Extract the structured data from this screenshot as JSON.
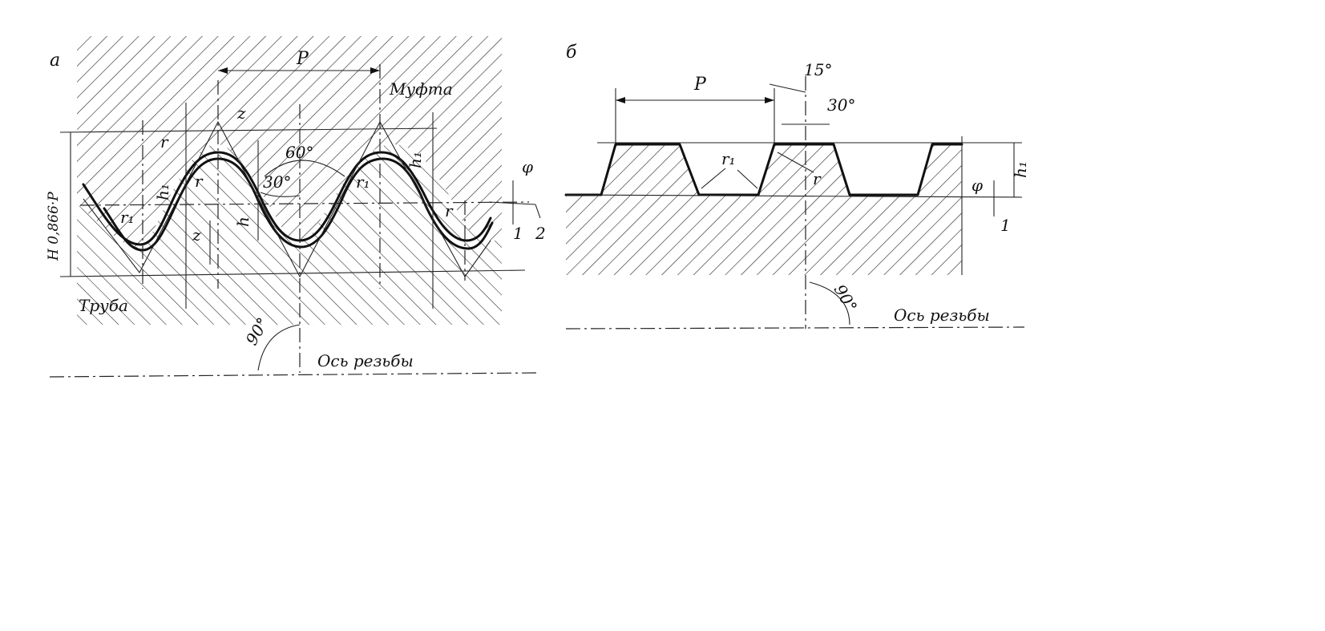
{
  "panel_a": {
    "tag": "а",
    "pitch": "P",
    "coupling": "Муфта",
    "pipe": "Труба",
    "height_label": "H  0,866·P",
    "angle_60": "60°",
    "angle_30": "30°",
    "angle_90": "90°",
    "r": "r",
    "r1": "r₁",
    "h": "h",
    "h1": "h₁",
    "z": "z",
    "phi": "φ",
    "n1": "1",
    "n2": "2",
    "axis": "Ось резьбы"
  },
  "panel_b": {
    "tag": "б",
    "pitch": "P",
    "angle_15": "15°",
    "angle_30": "30°",
    "angle_90": "90°",
    "r": "r",
    "r1": "r₁",
    "h1": "h₁",
    "phi": "φ",
    "n1": "1",
    "axis": "Ось резьбы"
  }
}
